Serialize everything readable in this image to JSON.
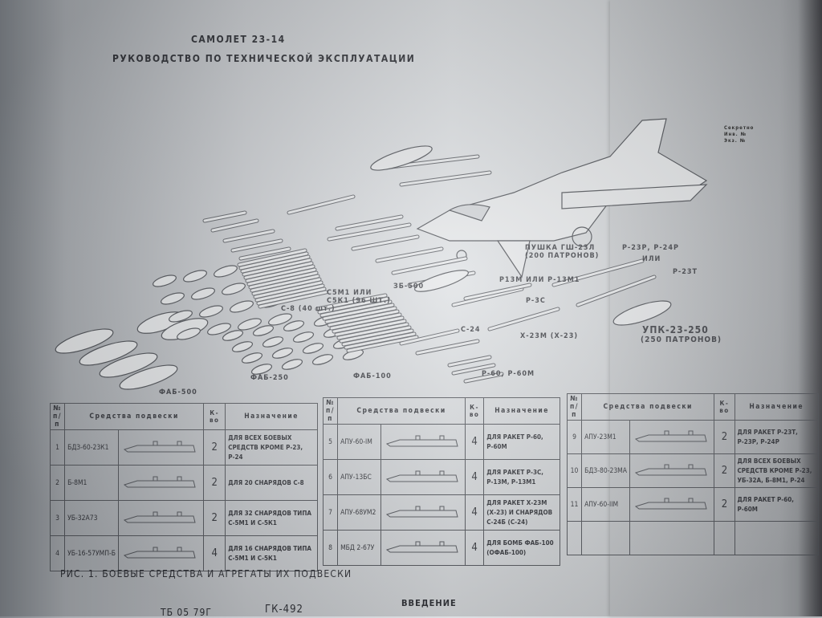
{
  "header": {
    "title": "Самолет 23-14",
    "subtitle": "Руководство по технической эксплуатации"
  },
  "stamp": [
    "Секретно",
    "Инв. №",
    "Экз. №"
  ],
  "weapon_labels": {
    "fab500": "ФАБ-500",
    "fab250": "ФАБ-250",
    "fab100": "ФАБ-100",
    "s8": "С-8 (40 шт.)",
    "s5": "С5М1 или",
    "s5b": "С5К1 (96 шт.)",
    "zb500": "ЗБ-500",
    "s24": "С-24",
    "r13": "Р13М или Р-13М1",
    "r3s": "Р-3С",
    "x23": "Х-23М (Х-23)",
    "r60": "Р-60, Р-60М",
    "gun": "пушка ГШ-23Л",
    "gun_rounds": "(200 патронов)",
    "r23r": "Р-23Р, Р-24Р",
    "or": "или",
    "r23t": "Р-23Т",
    "upk": "УПК-23-250",
    "upk_rounds": "(250 патронов)"
  },
  "tables": [
    {
      "headers": {
        "num": "№ п/п",
        "means": "Средства подвески",
        "qty": "К-во",
        "purpose": "Назначение"
      },
      "rows": [
        {
          "num": "1",
          "name": "БДЗ-60-23К1",
          "qty": "2",
          "purpose": "для всех боевых средств кроме Р-23, Р-24"
        },
        {
          "num": "2",
          "name": "Б-8М1",
          "qty": "2",
          "purpose": "для 20 снарядов С-8"
        },
        {
          "num": "3",
          "name": "УБ-32А73",
          "qty": "2",
          "purpose": "для 32 снарядов типа С-5М1 и С-5К1"
        },
        {
          "num": "4",
          "name": "УБ-16-57УМП-Б",
          "qty": "4",
          "purpose": "для 16 снарядов типа С-5М1 и С-5К1"
        }
      ]
    },
    {
      "headers": {
        "num": "№ п/п",
        "means": "Средства подвески",
        "qty": "К-во",
        "purpose": "Назначение"
      },
      "rows": [
        {
          "num": "5",
          "name": "АПУ-60-IМ",
          "qty": "4",
          "purpose": "для ракет Р-60, Р-60М"
        },
        {
          "num": "6",
          "name": "АПУ-13БС",
          "qty": "4",
          "purpose": "для ракет Р-3С, Р-13М, Р-13М1"
        },
        {
          "num": "7",
          "name": "АПУ-68УМ2",
          "qty": "4",
          "purpose": "для ракет Х-23М (Х-23) и снарядов С-24Б (С-24)"
        },
        {
          "num": "8",
          "name": "МБД 2-67У",
          "qty": "4",
          "purpose": "для бомб ФАБ-100 (ОФАБ-100)"
        }
      ]
    },
    {
      "headers": {
        "num": "№ п/п",
        "means": "Средства подвески",
        "qty": "К-во",
        "purpose": "Назначение"
      },
      "rows": [
        {
          "num": "9",
          "name": "АПУ-23М1",
          "qty": "2",
          "purpose": "для ракет Р-23Т, Р-23Р, Р-24Р"
        },
        {
          "num": "10",
          "name": "БДЗ-80-23МА",
          "qty": "2",
          "purpose": "для всех боевых средств кроме Р-23, УБ-32А, Б-8М1, Р-24"
        },
        {
          "num": "11",
          "name": "АПУ-60-IIМ",
          "qty": "2",
          "purpose": "для ракет Р-60, Р-60М"
        },
        {
          "num": "",
          "name": "",
          "qty": "",
          "purpose": ""
        }
      ]
    }
  ],
  "caption": "Рис. 1. Боевые средства и агрегаты их подвески",
  "footer": {
    "doc": "ТБ 05 79г",
    "code": "ГК-492",
    "section": "Введение"
  }
}
